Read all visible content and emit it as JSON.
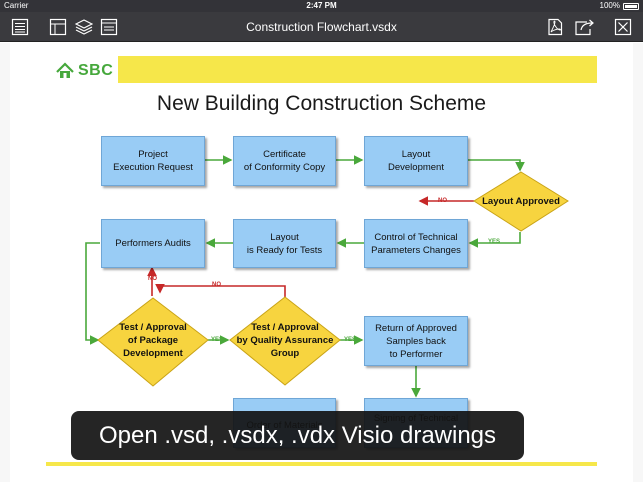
{
  "status_bar": {
    "carrier": "Carrier",
    "time": "2:47 PM",
    "battery": "100%"
  },
  "toolbar": {
    "title": "Construction Flowchart.vsdx",
    "icons": [
      "list-icon",
      "crop-icon",
      "layers-icon",
      "pages-icon",
      "pdf-export-icon",
      "share-icon",
      "close-icon"
    ]
  },
  "document": {
    "logo_text": "SBC",
    "title": "New Building Construction Scheme",
    "boxes": {
      "b1": "Project\nExecution Request",
      "b2": "Certificate\nof Conformity Copy",
      "b3": "Layout\nDevelopment",
      "b4": "Performers Audits",
      "b5": "Layout\nis Ready for Tests",
      "b6": "Control of Technical\nParameters Changes",
      "b7": "Return of Approved\nSamples back\nto Performer",
      "b8": "Order of Materials",
      "b9": "Signing of Technical"
    },
    "decisions": {
      "d1": "Layout Approved",
      "d2": "Test / Approval\nof Package\nDevelopment",
      "d3": "Test / Approval\nby Quality Assurance\nGroup"
    },
    "flow_labels": {
      "no1": "NO",
      "yes1": "YES",
      "no2": "NO",
      "no3": "NO",
      "yes2": "YES",
      "yes3": "YES"
    }
  },
  "caption": "Open .vsd, .vsdx, .vdx Visio drawings",
  "colors": {
    "box_fill": "#99ccf5",
    "decision_fill": "#f7d43f",
    "connector": "#4aa83b",
    "no_connector": "#c62828",
    "banner": "#f6e74a"
  }
}
